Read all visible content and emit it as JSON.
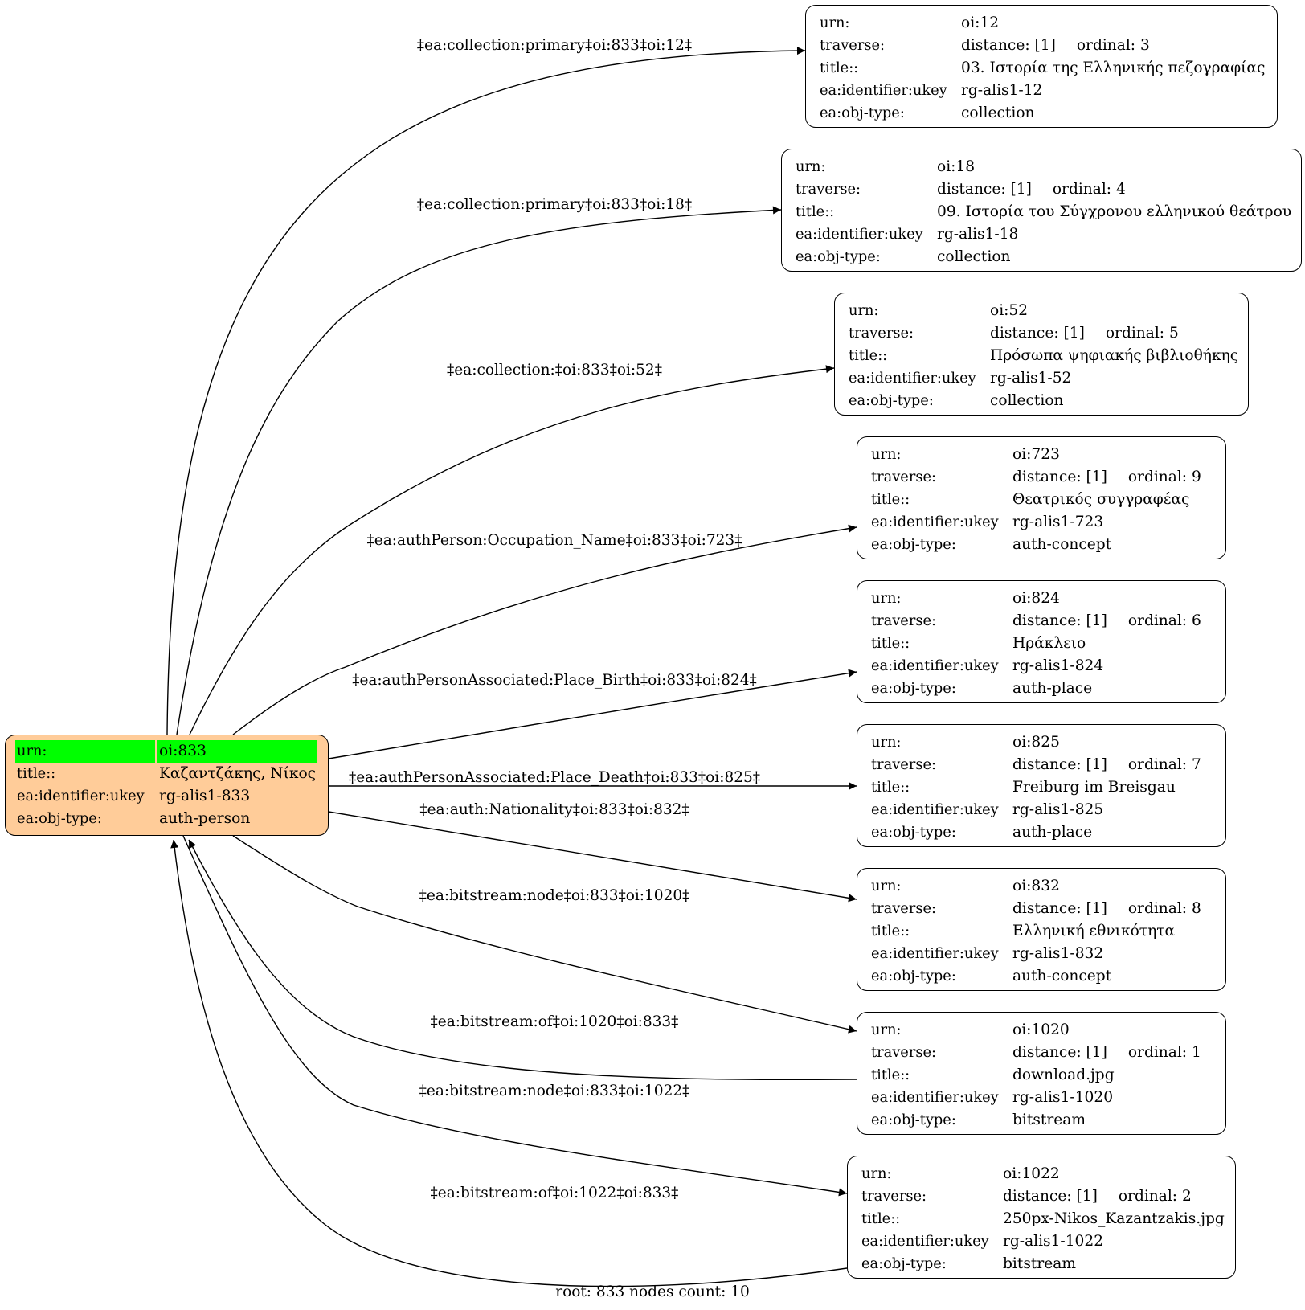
{
  "root": {
    "urn_key": "urn:",
    "urn": "oi:833",
    "title_key": "title::",
    "title": "Καζαντζάκης, Νίκος",
    "ukey_key": "ea:identifier:ukey",
    "ukey": "rg-alis1-833",
    "type_key": "ea:obj-type:",
    "type": "auth-person",
    "fill": "#ffcc99",
    "highlight": "#00ff00"
  },
  "nodes": [
    {
      "id": "n12",
      "urn_key": "urn:",
      "urn": "oi:12",
      "traverse_key": "traverse:",
      "distance": "distance: [1]",
      "ordinal": "ordinal: 3",
      "title_key": "title::",
      "title": "03. Ιστορία της Ελληνικής πεζογραφίας",
      "ukey_key": "ea:identifier:ukey",
      "ukey": "rg-alis1-12",
      "type_key": "ea:obj-type:",
      "type": "collection"
    },
    {
      "id": "n18",
      "urn_key": "urn:",
      "urn": "oi:18",
      "traverse_key": "traverse:",
      "distance": "distance: [1]",
      "ordinal": "ordinal: 4",
      "title_key": "title::",
      "title": "09. Ιστορία του Σύγχρονου ελληνικού θεάτρου",
      "ukey_key": "ea:identifier:ukey",
      "ukey": "rg-alis1-18",
      "type_key": "ea:obj-type:",
      "type": "collection"
    },
    {
      "id": "n52",
      "urn_key": "urn:",
      "urn": "oi:52",
      "traverse_key": "traverse:",
      "distance": "distance: [1]",
      "ordinal": "ordinal: 5",
      "title_key": "title::",
      "title": "Πρόσωπα ψηφιακής βιβλιοθήκης",
      "ukey_key": "ea:identifier:ukey",
      "ukey": "rg-alis1-52",
      "type_key": "ea:obj-type:",
      "type": "collection"
    },
    {
      "id": "n723",
      "urn_key": "urn:",
      "urn": "oi:723",
      "traverse_key": "traverse:",
      "distance": "distance: [1]",
      "ordinal": "ordinal: 9",
      "title_key": "title::",
      "title": "Θεατρικός συγγραφέας",
      "ukey_key": "ea:identifier:ukey",
      "ukey": "rg-alis1-723",
      "type_key": "ea:obj-type:",
      "type": "auth-concept"
    },
    {
      "id": "n824",
      "urn_key": "urn:",
      "urn": "oi:824",
      "traverse_key": "traverse:",
      "distance": "distance: [1]",
      "ordinal": "ordinal: 6",
      "title_key": "title::",
      "title": "Ηράκλειο",
      "ukey_key": "ea:identifier:ukey",
      "ukey": "rg-alis1-824",
      "type_key": "ea:obj-type:",
      "type": "auth-place"
    },
    {
      "id": "n825",
      "urn_key": "urn:",
      "urn": "oi:825",
      "traverse_key": "traverse:",
      "distance": "distance: [1]",
      "ordinal": "ordinal: 7",
      "title_key": "title::",
      "title": "Freiburg im Breisgau",
      "ukey_key": "ea:identifier:ukey",
      "ukey": "rg-alis1-825",
      "type_key": "ea:obj-type:",
      "type": "auth-place"
    },
    {
      "id": "n832",
      "urn_key": "urn:",
      "urn": "oi:832",
      "traverse_key": "traverse:",
      "distance": "distance: [1]",
      "ordinal": "ordinal: 8",
      "title_key": "title::",
      "title": "Ελληνική εθνικότητα",
      "ukey_key": "ea:identifier:ukey",
      "ukey": "rg-alis1-832",
      "type_key": "ea:obj-type:",
      "type": "auth-concept"
    },
    {
      "id": "n1020",
      "urn_key": "urn:",
      "urn": "oi:1020",
      "traverse_key": "traverse:",
      "distance": "distance: [1]",
      "ordinal": "ordinal: 1",
      "title_key": "title::",
      "title": "download.jpg",
      "ukey_key": "ea:identifier:ukey",
      "ukey": "rg-alis1-1020",
      "type_key": "ea:obj-type:",
      "type": "bitstream"
    },
    {
      "id": "n1022",
      "urn_key": "urn:",
      "urn": "oi:1022",
      "traverse_key": "traverse:",
      "distance": "distance: [1]",
      "ordinal": "ordinal: 2",
      "title_key": "title::",
      "title": "250px-Nikos_Kazantzakis.jpg",
      "ukey_key": "ea:identifier:ukey",
      "ukey": "rg-alis1-1022",
      "type_key": "ea:obj-type:",
      "type": "bitstream"
    }
  ],
  "edges": [
    {
      "id": "e12",
      "label": "‡ea:collection:primary‡oi:833‡oi:12‡"
    },
    {
      "id": "e18",
      "label": "‡ea:collection:primary‡oi:833‡oi:18‡"
    },
    {
      "id": "e52",
      "label": "‡ea:collection:‡oi:833‡oi:52‡"
    },
    {
      "id": "e723",
      "label": "‡ea:authPerson:Occupation_Name‡oi:833‡oi:723‡"
    },
    {
      "id": "e824",
      "label": "‡ea:authPersonAssociated:Place_Birth‡oi:833‡oi:824‡"
    },
    {
      "id": "e825",
      "label": "‡ea:authPersonAssociated:Place_Death‡oi:833‡oi:825‡"
    },
    {
      "id": "e832",
      "label": "‡ea:auth:Nationality‡oi:833‡oi:832‡"
    },
    {
      "id": "e1020n",
      "label": "‡ea:bitstream:node‡oi:833‡oi:1020‡"
    },
    {
      "id": "e1020o",
      "label": "‡ea:bitstream:of‡oi:1020‡oi:833‡"
    },
    {
      "id": "e1022n",
      "label": "‡ea:bitstream:node‡oi:833‡oi:1022‡"
    },
    {
      "id": "e1022o",
      "label": "‡ea:bitstream:of‡oi:1022‡oi:833‡"
    }
  ],
  "caption": "root: 833 nodes count: 10"
}
